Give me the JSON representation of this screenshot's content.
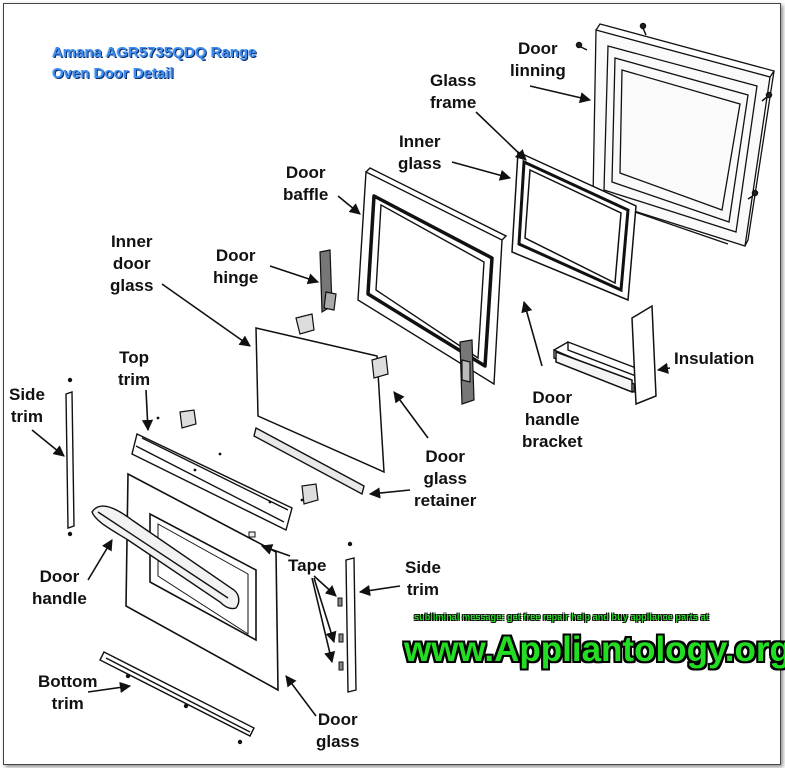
{
  "title": {
    "line1": "Amana AGR5735QDQ Range",
    "line2": "Oven Door Detail"
  },
  "labels": {
    "door_linning": [
      "Door",
      "linning"
    ],
    "glass_frame": [
      "Glass",
      "frame"
    ],
    "inner_glass": [
      "Inner",
      "glass"
    ],
    "door_baffle": [
      "Door",
      "baffle"
    ],
    "inner_door_glass": [
      "Inner",
      "door",
      "glass"
    ],
    "door_hinge": [
      "Door",
      "hinge"
    ],
    "insulation": [
      "Insulation"
    ],
    "top_trim": [
      "Top",
      "trim"
    ],
    "side_trim_left": [
      "Side",
      "trim"
    ],
    "door_handle_bracket": [
      "Door",
      "handle",
      "bracket"
    ],
    "door_glass_retainer": [
      "Door",
      "glass",
      "retainer"
    ],
    "tape": [
      "Tape"
    ],
    "side_trim_right": [
      "Side",
      "trim"
    ],
    "door_handle": [
      "Door",
      "handle"
    ],
    "bottom_trim": [
      "Bottom",
      "trim"
    ],
    "door_glass": [
      "Door",
      "glass"
    ]
  },
  "watermark": {
    "subliminal": "subliminal message: get free repair help and buy appliance parts at",
    "url": "www.Appliantology.org",
    "color": "#22dd22"
  },
  "colors": {
    "title": "#3d8ef0",
    "line": "#111111"
  }
}
